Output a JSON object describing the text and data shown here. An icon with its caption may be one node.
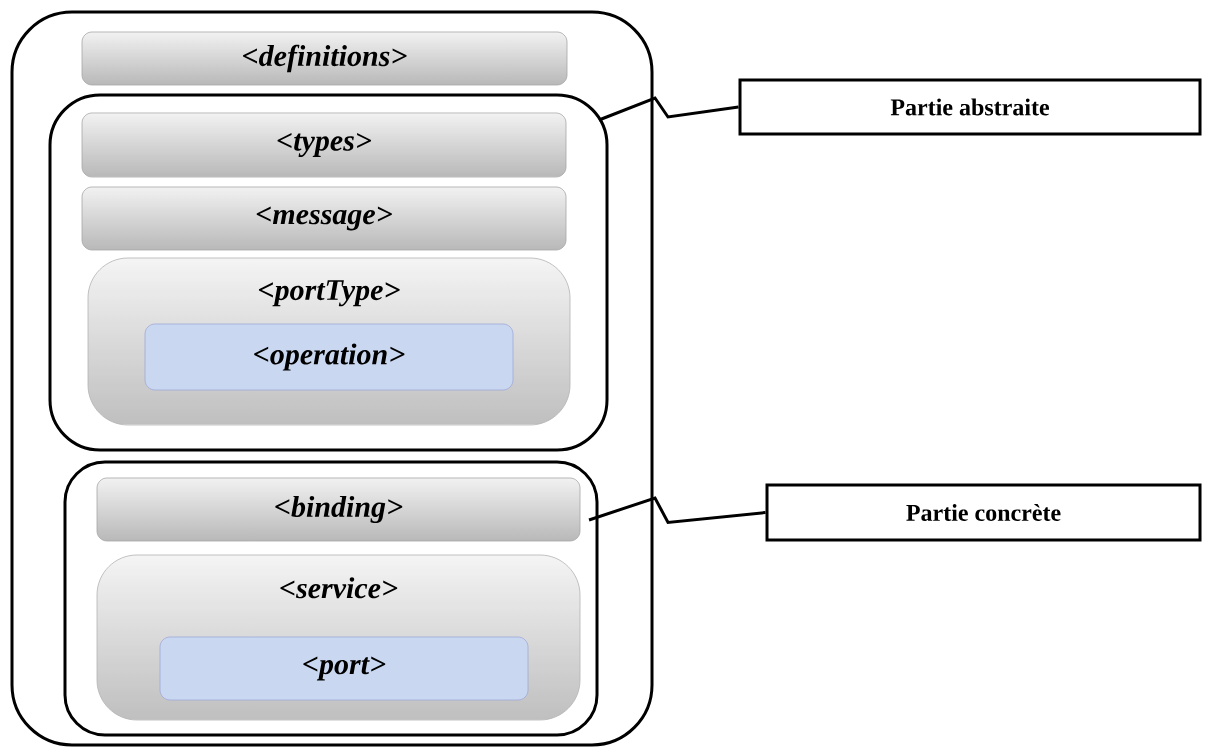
{
  "diagram": {
    "nodes": [
      {
        "text": [],
        "shape": "box"
      },
      {
        "text": [
          "<definitions>"
        ],
        "in": 0
      },
      {
        "text": [],
        "shape": "box",
        "in": 0
      },
      {
        "text": [
          "<types>"
        ],
        "in": 2
      },
      {
        "text": [
          "<message>"
        ],
        "in": 2
      },
      {
        "text": [
          "<portType>"
        ],
        "in": 2
      },
      {
        "text": [
          "<operation>"
        ],
        "in": 5
      },
      {
        "text": [],
        "shape": "box",
        "in": 0
      },
      {
        "text": [
          "<binding>"
        ],
        "in": 7
      },
      {
        "text": [
          "<service>"
        ],
        "in": 7
      },
      {
        "text": [
          "<port>"
        ],
        "in": 9
      },
      {
        "text": [
          "Partie abstraite"
        ]
      },
      {
        "text": [
          "Partie concrète"
        ]
      }
    ],
    "edges": [
      {
        "from": 2,
        "to": 11,
        "arrow": "none"
      },
      {
        "from": 7,
        "to": 12,
        "arrow": "none"
      }
    ]
  }
}
